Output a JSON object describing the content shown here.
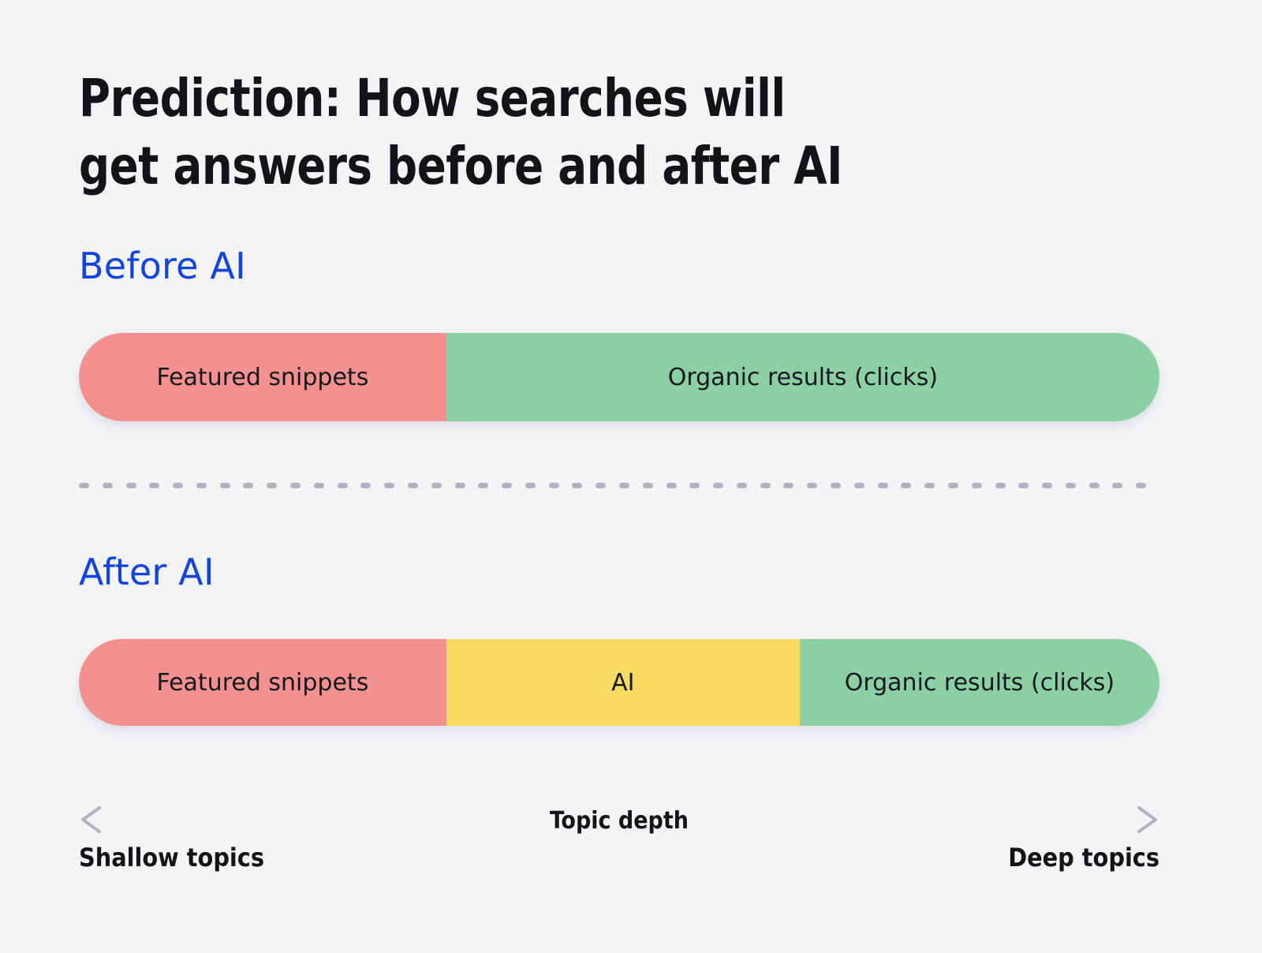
{
  "page": {
    "background_color": "#f2f4f6",
    "title": "Prediction: How searches will\nget answers before and after AI"
  },
  "accent_colors": {
    "label_blue": "#1344e0",
    "snippet_pink": "#f2918f",
    "organic_green": "#8ccfa5",
    "ai_yellow": "#f9da63",
    "axis_gray": "#aeb3bf",
    "text_black": "#111418"
  },
  "sections": [
    {
      "label": "Before AI",
      "segments": [
        {
          "name": "featured-snippets",
          "label": "Featured snippets",
          "color": "#f2918f",
          "percent": 34
        },
        {
          "name": "organic-results",
          "label": "Organic results (clicks)",
          "color": "#8ccfa5",
          "percent": 66
        }
      ]
    },
    {
      "label": "After AI",
      "segments": [
        {
          "name": "featured-snippets",
          "label": "Featured snippets",
          "color": "#f2918f",
          "percent": 34
        },
        {
          "name": "ai",
          "label": "AI",
          "color": "#f9da63",
          "percent": 32.7
        },
        {
          "name": "organic-results",
          "label": "Organic results (clicks)",
          "color": "#8ccfa5",
          "percent": 33.3
        }
      ]
    }
  ],
  "axis": {
    "title": "Topic depth",
    "left_label": "Shallow topics",
    "right_label": "Deep topics",
    "left_arrow": "arrow-left-icon",
    "right_arrow": "arrow-right-icon"
  },
  "divider": {
    "style": "dashed",
    "dash_count": 46
  },
  "chart_data": {
    "type": "bar",
    "title": "Prediction: How searches will get answers before and after AI",
    "xlabel": "Topic depth",
    "ylabel": "",
    "categories": [
      "Before AI",
      "After AI"
    ],
    "stacked": true,
    "xlim": [
      0,
      100
    ],
    "grid": false,
    "legend": "none",
    "series": [
      {
        "name": "Featured snippets",
        "color": "#f2918f",
        "values": [
          34,
          34
        ]
      },
      {
        "name": "AI",
        "color": "#f9da63",
        "values": [
          0,
          32.7
        ]
      },
      {
        "name": "Organic results (clicks)",
        "color": "#8ccfa5",
        "values": [
          66,
          33.3
        ]
      }
    ],
    "annotations": [
      "Shallow topics",
      "Topic depth",
      "Deep topics"
    ]
  }
}
